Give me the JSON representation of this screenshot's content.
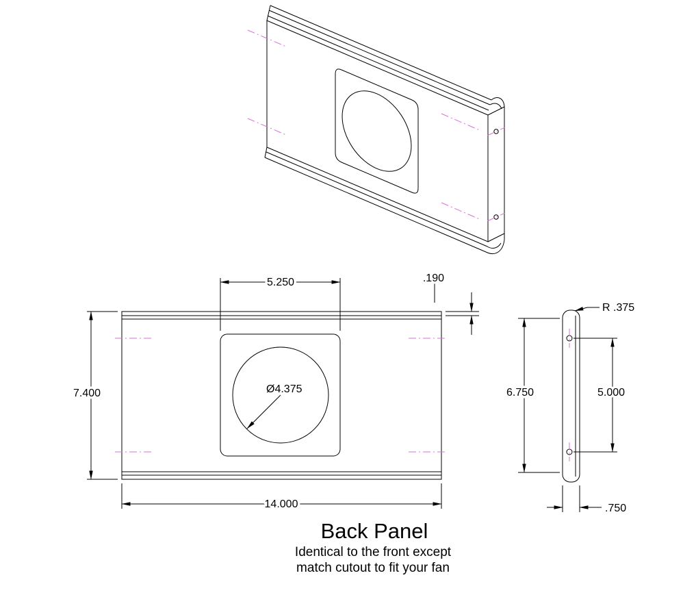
{
  "drawing": {
    "title": "Back Panel",
    "note_line1": "Identical to the front except",
    "note_line2": "match cutout to fit your fan"
  },
  "front_view": {
    "dim_cutout_width": "5.250",
    "dim_flange_offset": ".190",
    "dim_panel_height": "7.400",
    "dim_hole_diameter": "Ø4.375",
    "dim_panel_width": "14.000"
  },
  "side_view": {
    "dim_corner_radius": "R .375",
    "dim_flange_height": "6.750",
    "dim_hole_spacing": "5.000",
    "dim_depth": ".750"
  },
  "colors": {
    "line": "#000000",
    "centerline": "#DA70D6",
    "background": "#FFFFFF"
  }
}
